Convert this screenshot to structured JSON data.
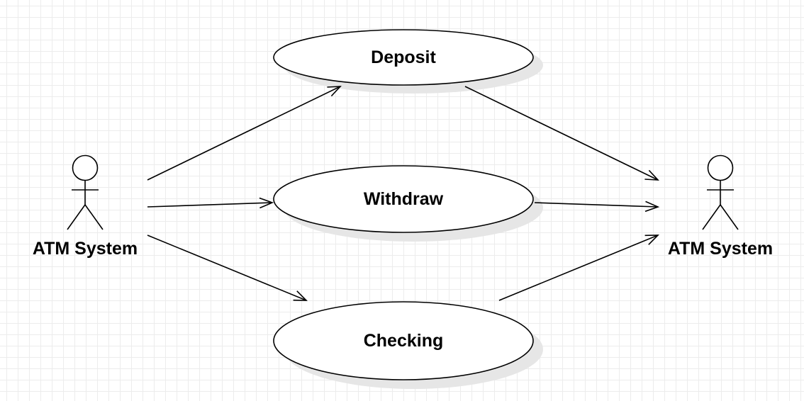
{
  "actors": [
    {
      "id": "actor-left",
      "label": "ATM System"
    },
    {
      "id": "actor-right",
      "label": "ATM System"
    }
  ],
  "use_cases": [
    {
      "id": "uc-deposit",
      "label": "Deposit"
    },
    {
      "id": "uc-withdraw",
      "label": "Withdraw"
    },
    {
      "id": "uc-checking",
      "label": "Checking"
    }
  ],
  "relations": [
    {
      "from": "actor-left",
      "to": "uc-deposit"
    },
    {
      "from": "actor-left",
      "to": "uc-withdraw"
    },
    {
      "from": "actor-left",
      "to": "uc-checking"
    },
    {
      "from": "uc-deposit",
      "to": "actor-right"
    },
    {
      "from": "uc-withdraw",
      "to": "actor-right"
    },
    {
      "from": "uc-checking",
      "to": "actor-right"
    }
  ],
  "colors": {
    "stroke": "#000000",
    "fill": "#ffffff",
    "shadow": "#e6e6e6",
    "grid": "#ececec"
  }
}
